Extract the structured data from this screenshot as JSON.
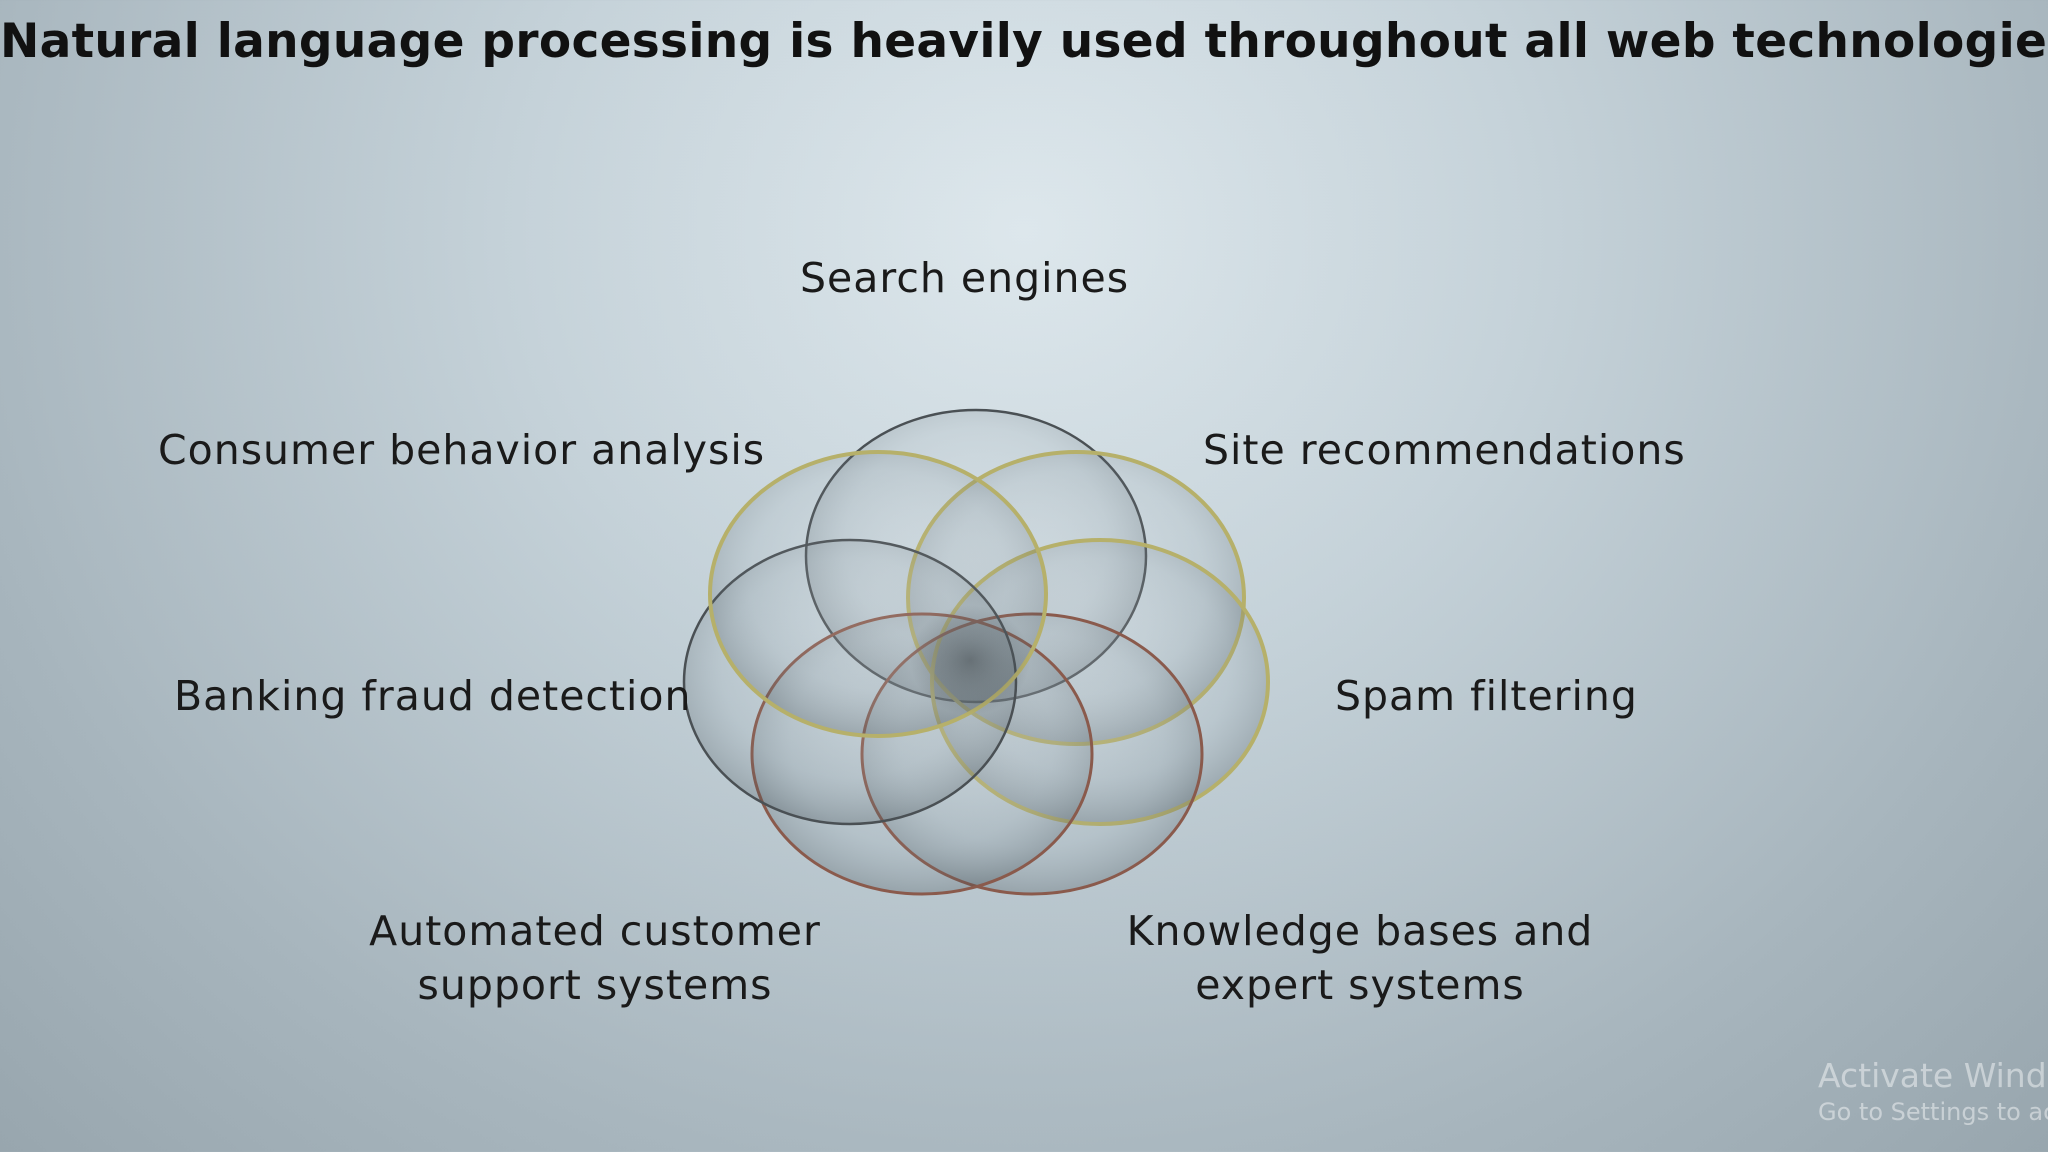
{
  "title": "Natural language processing is heavily used throughout all web technologies",
  "labels": {
    "search": "Search engines",
    "consumer": "Consumer behavior analysis",
    "site": "Site recommendations",
    "banking": "Banking fraud detection",
    "spam": "Spam filtering",
    "auto_line1": "Automated customer",
    "auto_line2": "support systems",
    "knowledge_line1": "Knowledge bases and",
    "knowledge_line2": "expert systems"
  },
  "watermark": {
    "line1": "Activate Windows",
    "line2": "Go to Settings to activate Windows."
  },
  "colors": {
    "yellow_ring": "#b6b06a",
    "brown_ring": "#8a5a4c",
    "dark_ring": "#4a5054"
  }
}
